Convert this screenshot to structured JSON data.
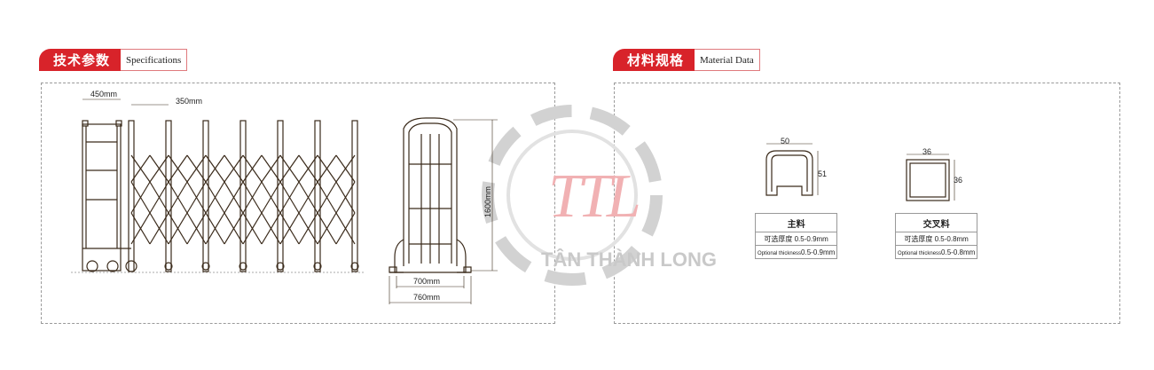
{
  "left_section": {
    "title_cn": "技术参数",
    "title_en": "Specifications"
  },
  "right_section": {
    "title_cn": "材料规格",
    "title_en": "Material Data"
  },
  "gate_dims": {
    "width_450": "450mm",
    "spacing_350": "350mm",
    "height_1600": "1600mm",
    "base_700": "700mm",
    "base_760": "760mm"
  },
  "main_profile": {
    "width": "50",
    "height": "51",
    "name": "主料",
    "thickness_cn": "可选厚度 0.5-0.9mm",
    "thickness_en_label": "Optional thickness",
    "thickness_en_value": "0.5-0.9mm"
  },
  "cross_profile": {
    "width": "36",
    "height": "36",
    "name": "交叉料",
    "thickness_cn": "可选厚度 0.5-0.8mm",
    "thickness_en_label": "Optional thickness",
    "thickness_en_value": "0.5-0.8mm"
  },
  "watermark": {
    "logo": "TTL",
    "company": "TÂN THÀNH LONG"
  },
  "colors": {
    "accent": "#d8232a",
    "line": "#3a2a1a"
  }
}
